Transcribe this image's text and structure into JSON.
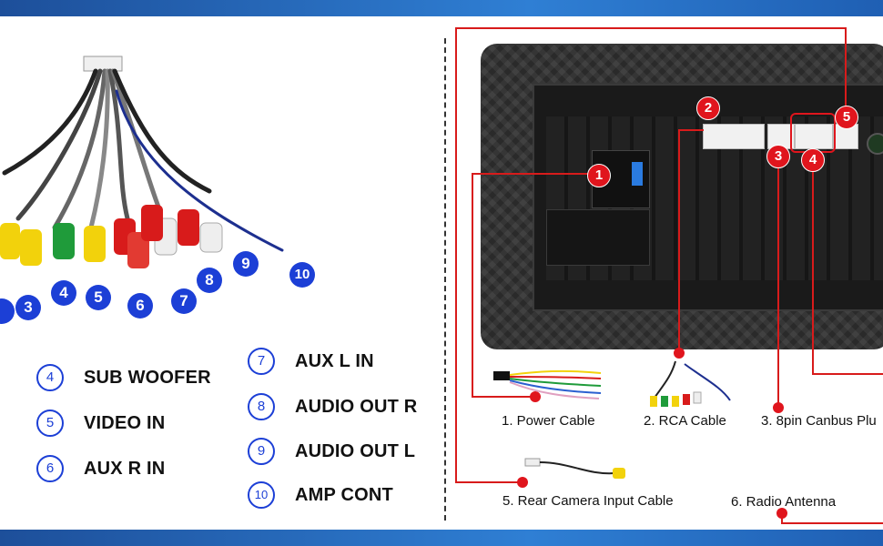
{
  "harness": {
    "numbers": [
      "3",
      "4",
      "5",
      "6",
      "7",
      "8",
      "9",
      "10"
    ]
  },
  "legend": [
    {
      "num": "4",
      "label": "SUB WOOFER"
    },
    {
      "num": "5",
      "label": "VIDEO IN"
    },
    {
      "num": "6",
      "label": "AUX R IN"
    },
    {
      "num": "7",
      "label": "AUX L IN"
    },
    {
      "num": "8",
      "label": "AUDIO OUT R"
    },
    {
      "num": "9",
      "label": "AUDIO OUT L"
    },
    {
      "num": "10",
      "label": "AMP CONT"
    }
  ],
  "markers": [
    "1",
    "2",
    "3",
    "4",
    "5"
  ],
  "captions": {
    "power": "1. Power Cable",
    "rca": "2. RCA Cable",
    "canbus": "3. 8pin Canbus Plu",
    "camera": "5. Rear Camera Input Cable",
    "antenna": "6. Radio Antenna"
  },
  "colors": {
    "accent_blue": "#1c3fd6",
    "marker_red": "#e0151d",
    "band_blue": "#2f7fd4"
  }
}
